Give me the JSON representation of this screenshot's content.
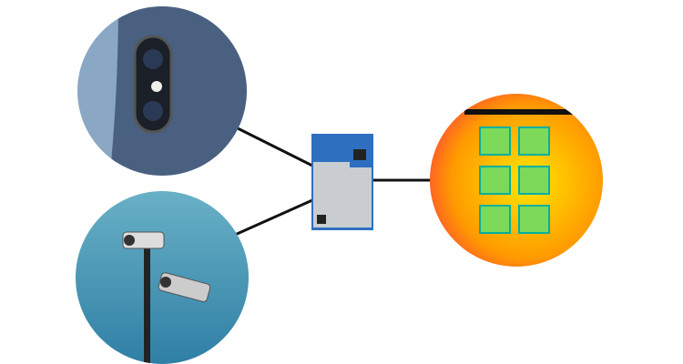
{
  "diagram": {
    "center": {
      "name": "wireless-module"
    },
    "nodes": [
      {
        "name": "smartphone-camera",
        "side": "left-top"
      },
      {
        "name": "security-camera",
        "side": "left-bottom"
      },
      {
        "name": "thermal-image",
        "side": "right"
      }
    ]
  },
  "colors": {
    "phone": "#4a6080",
    "sky": "#4a9bb8",
    "pcb": "#2f6fc0",
    "shield": "#c9cdd2"
  }
}
